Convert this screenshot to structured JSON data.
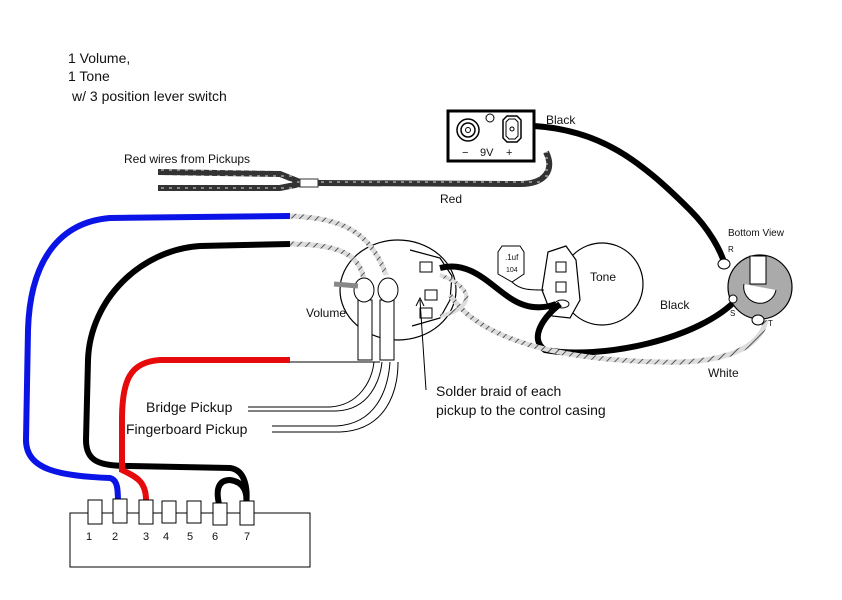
{
  "title_lines": [
    "1 Volume,",
    "1 Tone",
    "w/ 3 position lever switch"
  ],
  "battery": {
    "minus": "−",
    "voltage": "9V",
    "plus": "+"
  },
  "labels": {
    "black_top": "Black",
    "red_wires": "Red wires from Pickups",
    "red": "Red",
    "bottom_view": "Bottom View",
    "jack_r": "R",
    "jack_s": "S",
    "jack_t": "T",
    "black_jack": "Black",
    "white": "White",
    "volume": "Volume",
    "tone": "Tone",
    "cap_value": ".1uf",
    "cap_code": "104",
    "bridge_pickup": "Bridge Pickup",
    "fingerboard_pickup": "Fingerboard Pickup",
    "solder_note_1": "Solder braid of each",
    "solder_note_2": "pickup to the control casing"
  },
  "switch_terminals": [
    "1",
    "2",
    "3",
    "4",
    "5",
    "6",
    "7"
  ],
  "colors": {
    "blue": "#0a14e6",
    "red": "#e60a0a",
    "black": "#000000"
  }
}
